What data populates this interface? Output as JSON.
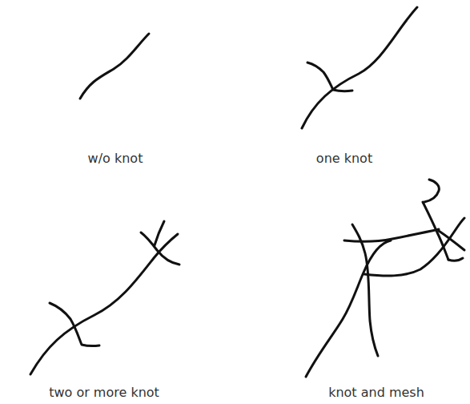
{
  "diagram": {
    "labels": [
      "w/o knot",
      "one knot",
      "two or more knot",
      "knot and mesh"
    ]
  }
}
